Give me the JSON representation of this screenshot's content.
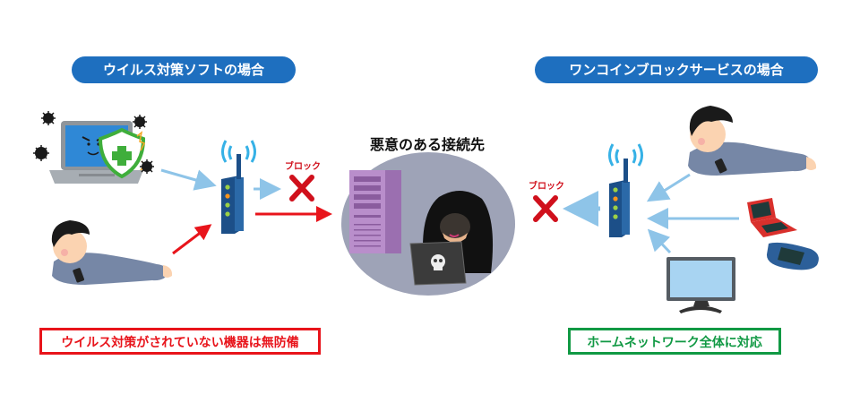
{
  "left_section": {
    "title": "ウイルス対策ソフトの場合",
    "block_label": "ブロック",
    "warning": "ウイルス対策がされていない機器は無防備"
  },
  "right_section": {
    "title": "ワンコインブロックサービスの場合",
    "block_label": "ブロック",
    "note": "ホームネットワーク全体に対応"
  },
  "center": {
    "title": "悪意のある接続先"
  },
  "colors": {
    "pill_blue": "#1e6fbf",
    "warning_red": "#e8141b",
    "note_green": "#119944",
    "arrow_light_blue": "#8ec4e8",
    "arrow_red": "#e8141b",
    "block_x_red": "#d0101c"
  }
}
